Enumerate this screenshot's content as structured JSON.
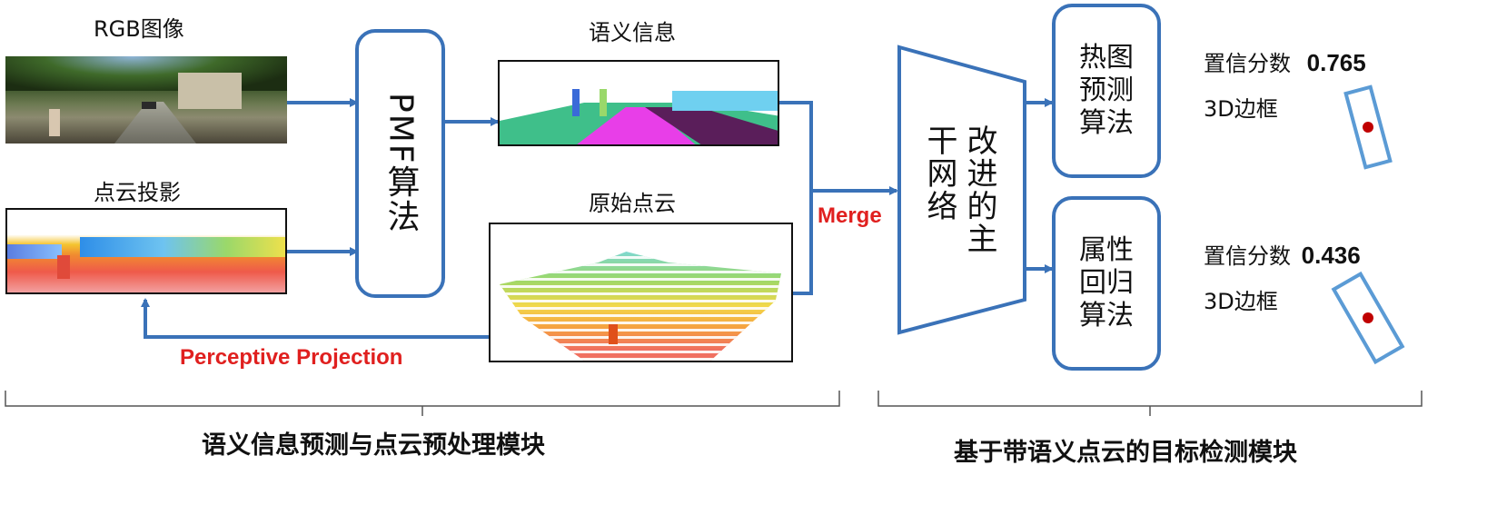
{
  "rgb_label": "RGB图像",
  "projection_label": "点云投影",
  "semantic_label": "语义信息",
  "raw_cloud_label": "原始点云",
  "pmf_label": "PMF算法",
  "merge_label": "Merge",
  "perceptive_label": "Perceptive Projection",
  "backbone_label": "改进的主干网络",
  "heatmap_label": [
    "热图",
    "预测",
    "算法"
  ],
  "attr_label": [
    "属性",
    "回归",
    "算法"
  ],
  "conf_label": "置信分数",
  "conf_value_1": "0.765",
  "conf_value_2": "0.436",
  "bbox_label": "3D边框",
  "module_left": "语义信息预测与点云预处理模块",
  "module_right": "基于带语义点云的目标检测模块",
  "colors": {
    "accent": "#3a72b8",
    "red": "#e0201f",
    "dot": "#c00000"
  }
}
